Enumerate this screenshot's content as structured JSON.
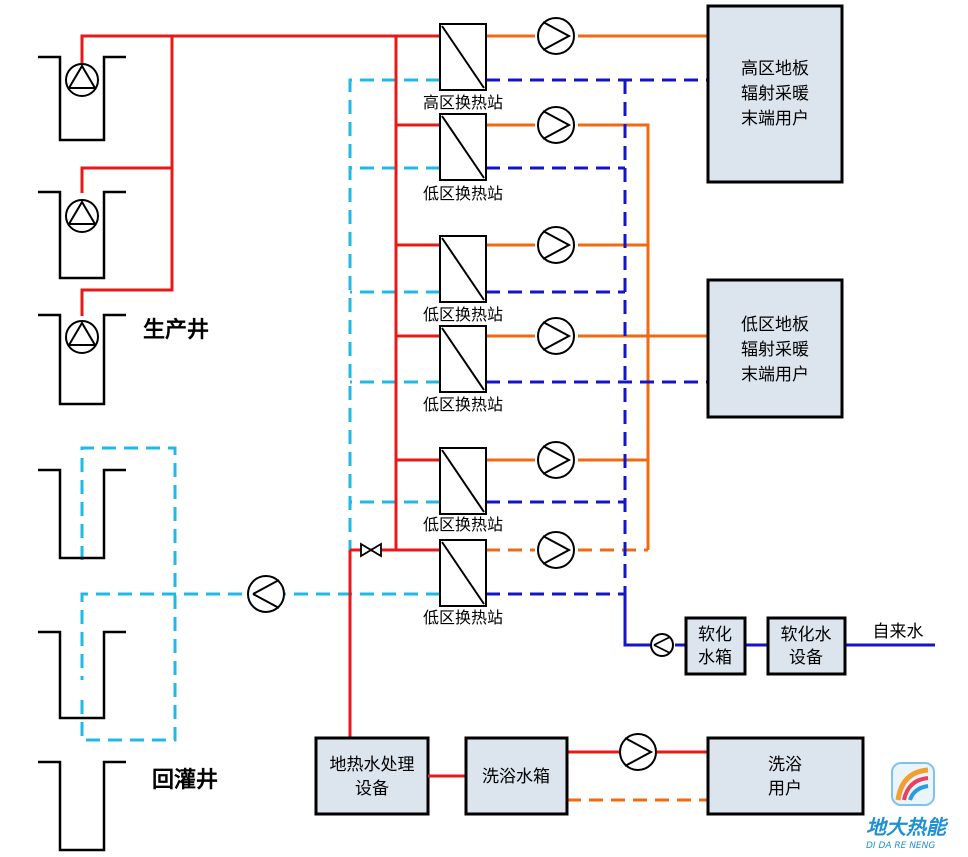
{
  "labels": {
    "production_well": "生产井",
    "reinjection_well": "回灌井",
    "hx_high": "高区换热站",
    "hx_low": "低区换热站",
    "high_user_l1": "高区地板",
    "high_user_l2": "辐射采暖",
    "high_user_l3": "末端用户",
    "low_user_l1": "低区地板",
    "low_user_l2": "辐射采暖",
    "low_user_l3": "末端用户",
    "soft_tank_l1": "软化",
    "soft_tank_l2": "水箱",
    "soft_equip_l1": "软化水",
    "soft_equip_l2": "设备",
    "tap_water": "自来水",
    "treatment_l1": "地热水处理",
    "treatment_l2": "设备",
    "bath_tank": "洗浴水箱",
    "bath_user_l1": "洗浴",
    "bath_user_l2": "用户"
  },
  "logo": {
    "name": "地大热能",
    "sub": "DI DA RE NENG"
  },
  "colors": {
    "hot_geothermal": "#e81818",
    "heating_supply": "#f06a12",
    "heating_return": "#1414c8",
    "reinjection": "#22b8e6",
    "equipment_fill": "#dce4ee"
  }
}
